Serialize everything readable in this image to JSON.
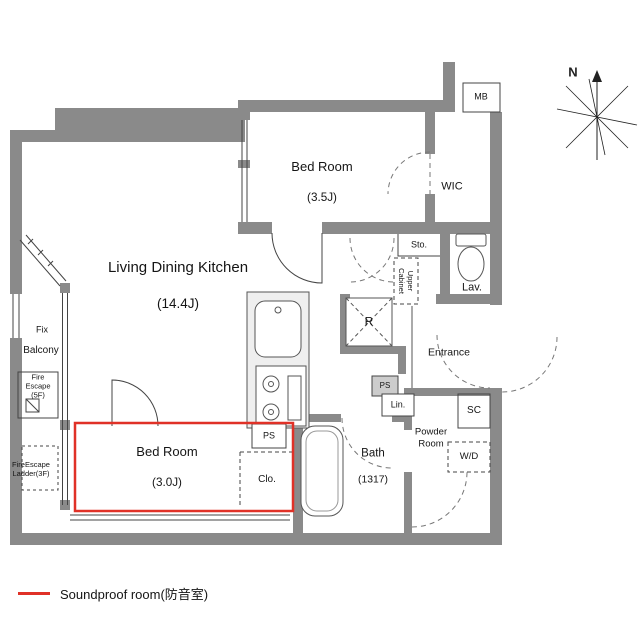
{
  "compass": {
    "north": "N"
  },
  "rooms": {
    "ldk": {
      "name": "Living Dining Kitchen",
      "size": "(14.4J)"
    },
    "bedroom_large": {
      "name": "Bed Room",
      "size": "(3.5J)"
    },
    "bedroom_small": {
      "name": "Bed Room",
      "size": "(3.0J)"
    },
    "bath": {
      "name": "Bath",
      "size": "(1317)"
    },
    "wic": {
      "name": "WIC"
    },
    "lav": {
      "name": "Lav."
    },
    "entrance": {
      "name": "Entrance"
    },
    "powder_room": {
      "name": "Powder\nRoom"
    },
    "balcony": {
      "name": "Balcony"
    }
  },
  "labels": {
    "mb": "MB",
    "sto": "Sto.",
    "upper_cabinet": "Upper\nCabinet",
    "refrigerator": "R",
    "shoe_closet": "SC",
    "washer_dryer": "W/D",
    "linen": "Lin.",
    "ps_hall": "PS",
    "ps_bedroom": "PS",
    "closet": "Clo.",
    "fix_window": "Fix",
    "fire_escape": "Fire\nEscape\n(5F)",
    "fire_escape_ladder": "FireEscape\nLadder(3F)"
  },
  "legend": {
    "soundproof": "Soundproof room(防音室)"
  },
  "colors": {
    "wall": "#8a8a8a",
    "soundproof": "#e03127"
  }
}
